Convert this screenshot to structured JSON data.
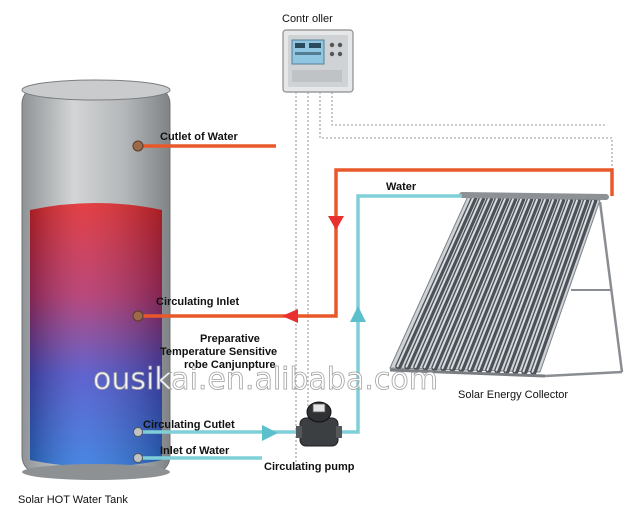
{
  "labels": {
    "controller": "Contr oller",
    "outlet_of_water": "Cutlet of Water",
    "water": "Water",
    "circulating_inlet": "Circulating Inlet",
    "sensor_line1": "Preparative",
    "sensor_line2": "Temperature Sensitive",
    "sensor_line3": "robe Canjunpture",
    "circulating_outlet": "Circulating Cutlet",
    "circulating_pump": "Circulating pump",
    "inlet_of_water": "Inlet of Water",
    "solar_collector": "Solar Energy Collector",
    "tank": "Solar HOT Water Tank"
  },
  "watermark": "ousikai.en.alibaba.com",
  "colors": {
    "hot_pipe": "#e8582a",
    "cold_pipe": "#7fcfd8",
    "tank_body": "#b9bcbe",
    "tank_hot": "#d42a2a",
    "tank_cold": "#2f5fd0",
    "control_wire": "#9a9a9a"
  }
}
